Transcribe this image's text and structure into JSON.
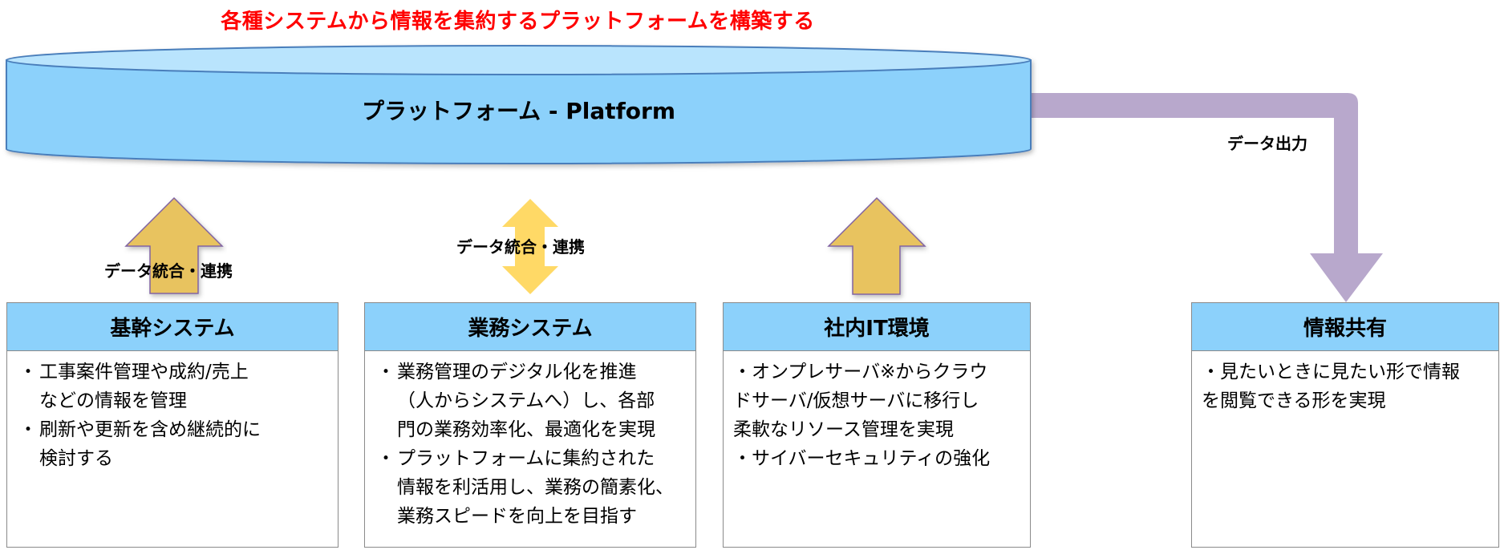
{
  "headline": "各種システムから情報を集約するプラットフォームを構築する",
  "platform": {
    "label": "プラットフォーム - Platform",
    "icon": "database-cylinder-icon"
  },
  "connectors": {
    "integrate_label_1": "データ統合・連携",
    "integrate_label_2": "データ統合・連携",
    "output_label": "データ出力"
  },
  "colors": {
    "headline": "#ff0000",
    "platform_fill": "#8cd1fb",
    "platform_top": "#b9e4fd",
    "platform_stroke": "#4a7ebb",
    "header_fill": "#8cd1fb",
    "up_arrow_fill": "#e8c35e",
    "up_arrow_stroke": "#8064a2",
    "double_arrow_fill": "#ffd966",
    "output_arrow": "#b8a8cc"
  },
  "boxes": [
    {
      "title": "基幹システム",
      "bullets": [
        {
          "lines": [
            "工事案件管理や成約/売上",
            "などの情報を管理"
          ]
        },
        {
          "lines": [
            "刷新や更新を含め継続的に",
            "検討する"
          ]
        }
      ]
    },
    {
      "title": "業務システム",
      "bullets": [
        {
          "lines": [
            "業務管理のデジタル化を推進",
            "（人からシステムへ）し、各部",
            "門の業務効率化、最適化を実現"
          ]
        },
        {
          "lines": [
            "プラットフォームに集約された",
            "情報を利活用し、業務の簡素化、",
            "業務スピードを向上を目指す"
          ]
        }
      ]
    },
    {
      "title": "社内IT環境",
      "lines": [
        "・オンプレサーバ※からクラウ",
        "ドサーバ/仮想サーバに移行し",
        "柔軟なリソース管理を実現",
        "・サイバーセキュリティの強化"
      ]
    },
    {
      "title": "情報共有",
      "lines": [
        "・見たいときに見たい形で情報",
        "を閲覧できる形を実現"
      ]
    }
  ]
}
